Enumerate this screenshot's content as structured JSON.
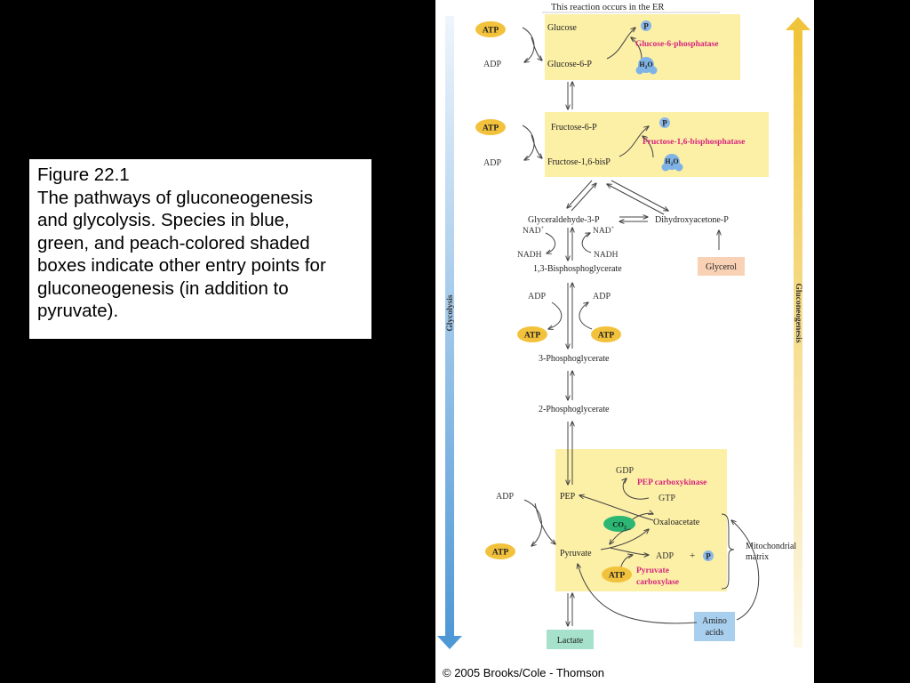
{
  "caption": {
    "lines": [
      "Figure 22.1",
      "The pathways of gluconeogenesis",
      "and glycolysis. Species in blue,",
      "green, and peach-colored shaded",
      "boxes indicate other entry points for",
      "gluconeogenesis (in addition to",
      "pyruvate)."
    ]
  },
  "diagram": {
    "header": "This reaction occurs in the ER",
    "left_axis_label": "Glycolysis",
    "right_axis_label": "Gluconeogenesis",
    "atp": "ATP",
    "adp": "ADP",
    "p": "P",
    "plus": "+",
    "h2o": {
      "main": "H",
      "sub": "2",
      "rest": "O"
    },
    "co2": {
      "main": "CO",
      "sub": "2"
    },
    "glucose": "Glucose",
    "glucose_6_p": "Glucose-6-P",
    "glucose_6_phosphatase": "Glucose-6-phosphatase",
    "fructose_6_p": "Fructose-6-P",
    "fructose_1_6_bisp": "Fructose-1,6-bisP",
    "fructose_1_6_bisphosphatase": "Fructose-1,6-bisphosphatase",
    "glyceraldehyde_3_p": "Glyceraldehyde-3-P",
    "dihydroxyacetone_p": "Dihydroxyacetone-P",
    "nad": {
      "main": "NAD",
      "sup": "+"
    },
    "nadh": "NADH",
    "bisphosphoglycerate": "1,3-Bisphosphoglycerate",
    "glycerol": "Glycerol",
    "phosphoglycerate_3": "3-Phosphoglycerate",
    "phosphoglycerate_2": "2-Phosphoglycerate",
    "gdp": "GDP",
    "gtp": "GTP",
    "pep": "PEP",
    "pep_carboxykinase": "PEP carboxykinase",
    "oxaloacetate": "Oxaloacetate",
    "pyruvate": "Pyruvate",
    "pyruvate_carboxylase_1": "Pyruvate",
    "pyruvate_carboxylase_2": "carboxylase",
    "mitochondrial_1": "Mitochondrial",
    "mitochondrial_2": "matrix",
    "amino_acids_1": "Amino",
    "amino_acids_2": "acids",
    "lactate": "Lactate"
  },
  "copyright": "© 2005 Brooks/Cole - Thomson",
  "colors": {
    "background": "#000000",
    "caption_bg": "#ffffff",
    "yellow_box": "#fcefa6",
    "atp_oval": "#f3c23c",
    "enzyme_pink": "#d6257e",
    "blue_circle": "#7fb3e6",
    "green_oval": "#2bb673",
    "peach_box": "#f9d2b6",
    "blue_box": "#a9cfee",
    "teal_box": "#a6e1cc",
    "glycolysis_arrow": "#5aa2dc",
    "gluconeogenesis_arrow": "#f0c83a"
  }
}
